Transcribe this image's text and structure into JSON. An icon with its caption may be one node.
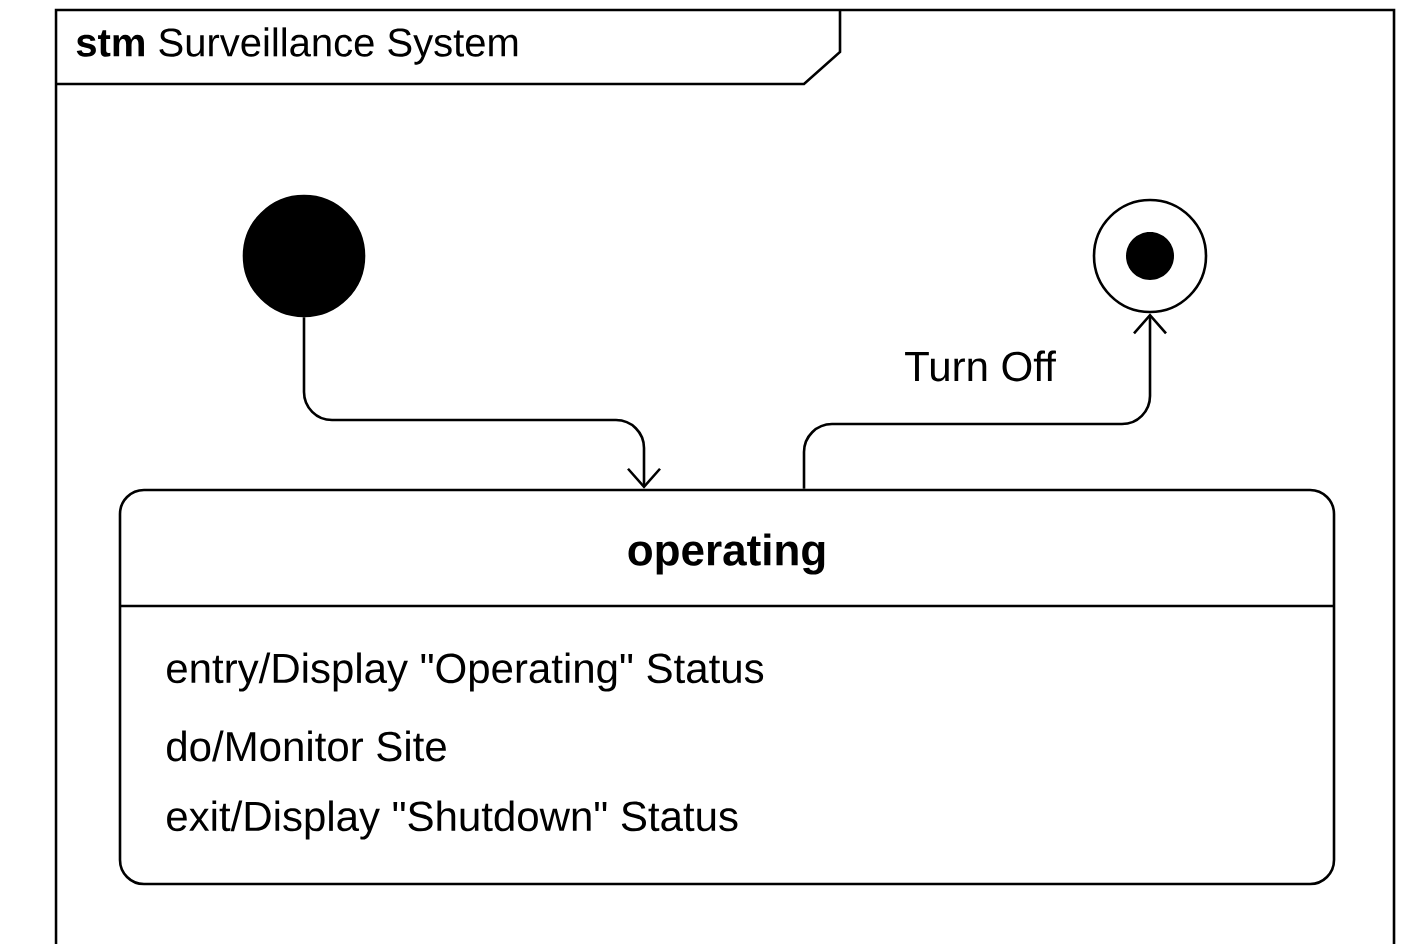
{
  "diagram": {
    "nodes": [
      {
        "text": [
          "**stm** Surveillance System"
        ]
      },
      {
        "text": [],
        "shape": "circle",
        "in": 0
      },
      {
        "text": [],
        "shape": "circle",
        "in": 0
      },
      {
        "text": [
          "operating",
          "entry/Display \"Operating\" Status",
          "do/Monitor Site",
          "exit/Display \"Shutdown\" Status"
        ],
        "in": 0
      }
    ],
    "edges": [
      {
        "from": 1,
        "to": 3,
        "arrow": "to"
      },
      {
        "from": 3,
        "to": 2,
        "arrow": "to",
        "label": "Turn Off"
      }
    ]
  }
}
